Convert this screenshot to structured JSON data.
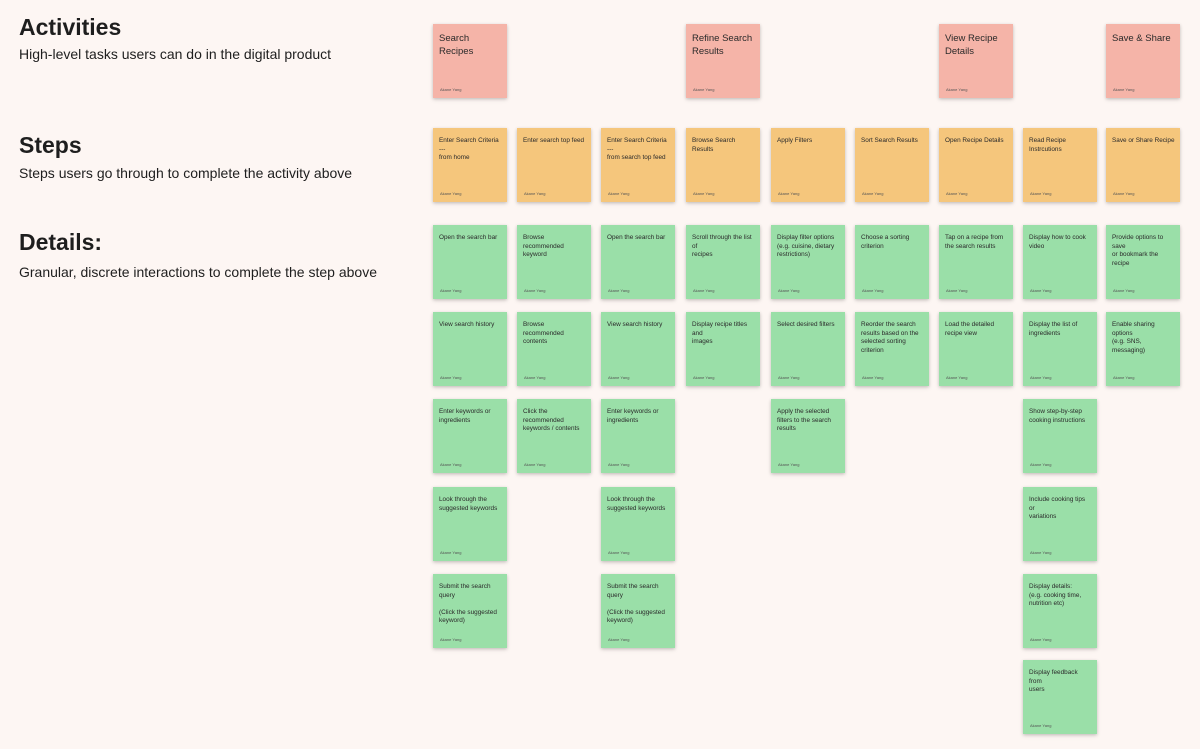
{
  "colors": {
    "background": "#fdf6f3",
    "activity": "#f5b4a8",
    "step": "#f5c67c",
    "detail": "#9adfa8"
  },
  "sections": {
    "activities": {
      "title": "Activities",
      "desc": "High-level tasks users can do in the digital product"
    },
    "steps": {
      "title": "Steps",
      "desc": "Steps users go through to complete the activity above"
    },
    "details": {
      "title": "Details:",
      "desc": "Granular, discrete interactions to complete the step above"
    }
  },
  "author": "Akane Yang",
  "activities": [
    {
      "text": "Search\nRecipes",
      "column": 0
    },
    {
      "text": "Refine Search\nResults",
      "column": 3
    },
    {
      "text": "View Recipe\nDetails",
      "column": 6
    },
    {
      "text": "Save & Share",
      "column": 8
    }
  ],
  "steps": [
    {
      "text": "Enter Search Criteria\n---\nfrom home",
      "column": 0
    },
    {
      "text": "Enter search top feed",
      "column": 1
    },
    {
      "text": "Enter Search Criteria\n---\nfrom search top feed",
      "column": 2
    },
    {
      "text": "Browse Search\nResults",
      "column": 3
    },
    {
      "text": "Apply Filters",
      "column": 4
    },
    {
      "text": "Sort Search Results",
      "column": 5
    },
    {
      "text": "Open Recipe Details",
      "column": 6
    },
    {
      "text": "Read Recipe\nInstrcutions",
      "column": 7
    },
    {
      "text": "Save or Share Recipe",
      "column": 8
    }
  ],
  "details": [
    [
      "Open the search bar",
      "View search history",
      "Enter keywords or\ningredients",
      "Look through the\nsuggested keywords",
      "Submit the search\nquery\n\n(Click the suggested\nkeyword)"
    ],
    [
      "Browse recommended\nkeyword",
      "Browse recommended\ncontents",
      "Click the recommended\nkeywords / contents"
    ],
    [
      "Open the search bar",
      "View search history",
      "Enter keywords or\ningredients",
      "Look through the\nsuggested keywords",
      "Submit the search\nquery\n\n(Click the suggested\nkeyword)"
    ],
    [
      "Scroll through the list of\nrecipes",
      "Display recipe titles and\nimages"
    ],
    [
      "Display filter options\n(e.g. cuisine, dietary\nrestrictions)",
      "Select desired filters",
      "Apply the selected\nfilters to the search\nresults"
    ],
    [
      "Choose a sorting\ncriterion",
      "Reorder the search\nresults based on the\nselected sorting\ncriterion"
    ],
    [
      "Tap on a recipe from\nthe search results",
      "Load the detailed\nrecipe view"
    ],
    [
      "Display how to cook\nvideo",
      "Display the list of\ningredients",
      "Show step-by-step\ncooking instructions",
      "Include cooking tips or\nvariations",
      "Display details:\n(e.g. cooking time,\nnutrition etc)",
      "Display feedback from\nusers"
    ],
    [
      "Provide options to save\nor bookmark the recipe",
      "Enable sharing options\n(e.g. SNS, messaging)"
    ]
  ]
}
